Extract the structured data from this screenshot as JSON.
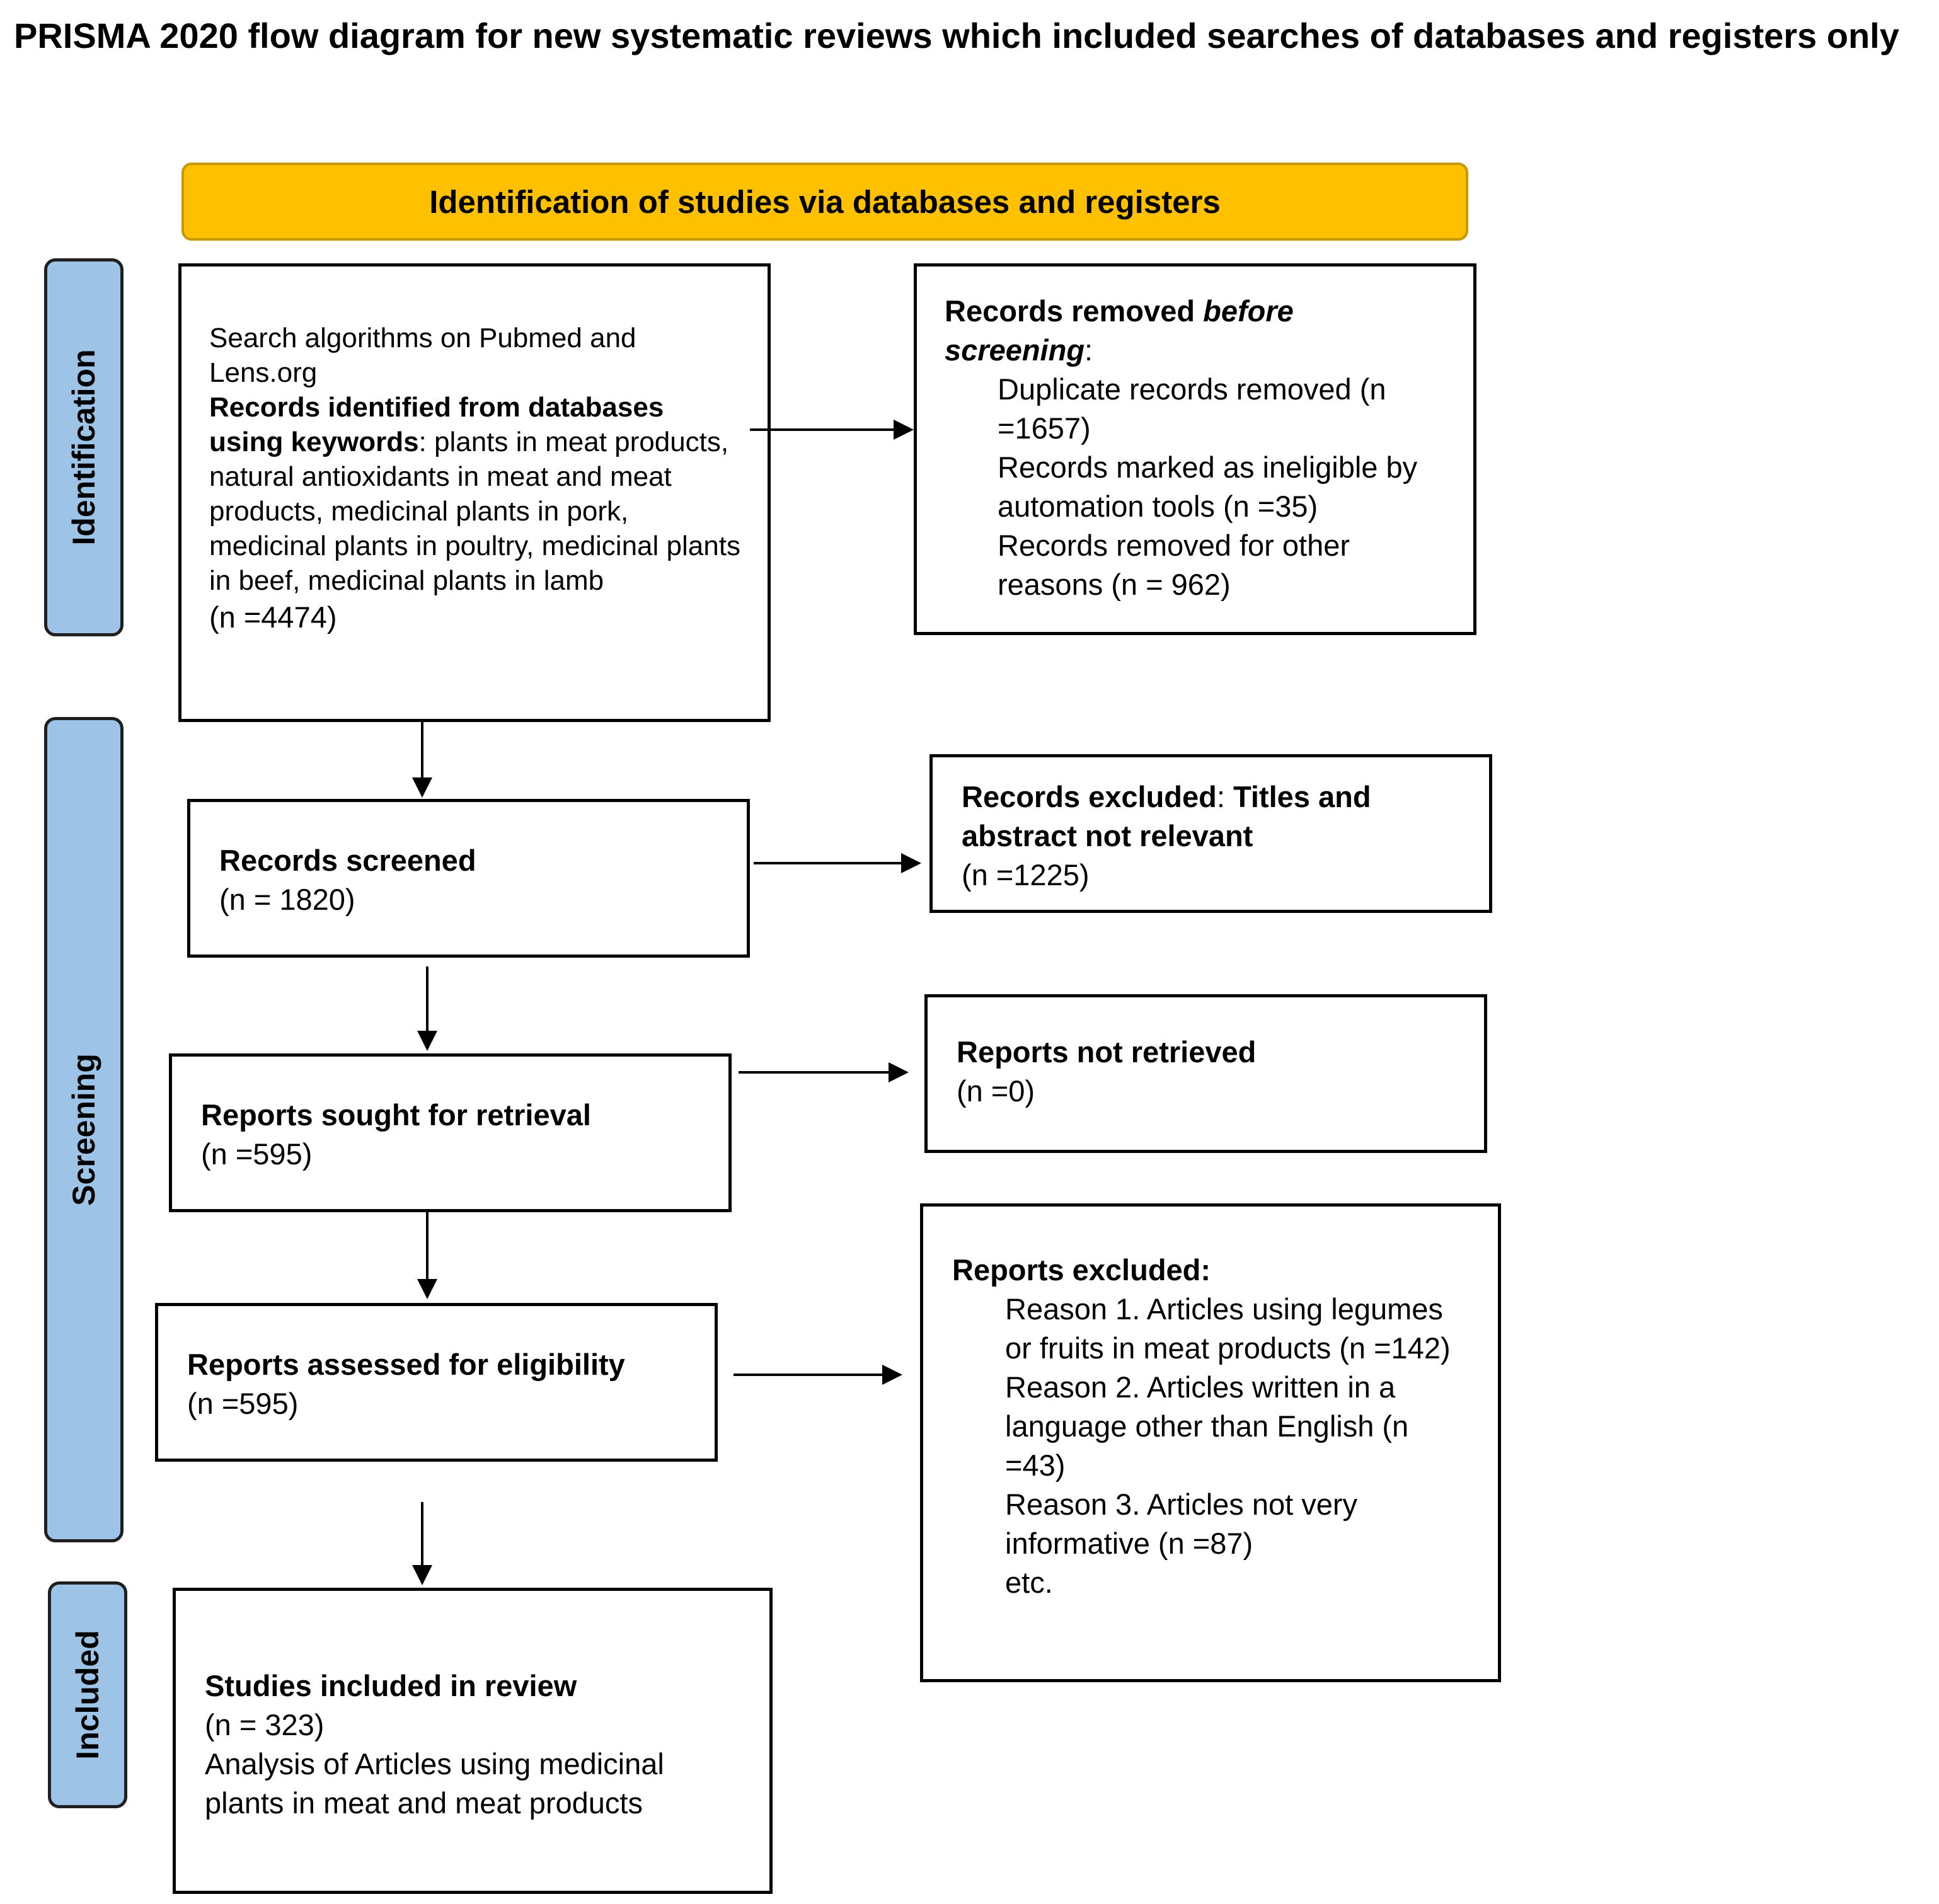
{
  "title": "PRISMA 2020 flow diagram for new systematic reviews which included searches of databases and registers only",
  "header": "Identification of studies via databases and registers",
  "phases": {
    "identification": "Identification",
    "screening": "Screening",
    "included": "Included"
  },
  "identified": {
    "intro": "Search algorithms on Pubmed and Lens.org",
    "bold_lead": "Records identified from databases using keywords",
    "keywords": ": plants in meat products, natural antioxidants in meat and meat products, medicinal plants in pork, medicinal plants in poultry, medicinal plants in beef, medicinal plants in lamb",
    "count": "(n =4474)"
  },
  "removed": {
    "heading_a": "Records removed ",
    "heading_b": "before screening",
    "heading_c": ":",
    "items": [
      "Duplicate records removed (n =1657)",
      "Records marked as ineligible by automation tools (n =35)",
      "Records removed for other reasons (n = 962)"
    ]
  },
  "screened": {
    "label": "Records screened",
    "count": "(n = 1820)"
  },
  "excluded_records": {
    "label_a": "Records excluded",
    "label_b": ": ",
    "label_c": "Titles and abstract not relevant",
    "count": "(n =1225)"
  },
  "sought": {
    "label": "Reports sought for retrieval",
    "count": "(n =595)"
  },
  "not_retrieved": {
    "label": "Reports not retrieved",
    "count": "(n =0)"
  },
  "assessed": {
    "label": "Reports assessed for eligibility",
    "count": "(n =595)"
  },
  "excluded_reports": {
    "label": "Reports excluded:",
    "items": [
      "Reason 1. Articles using legumes or fruits in meat products (n =142)",
      "Reason 2. Articles written in a language other than English (n =43)",
      "Reason 3. Articles not very informative (n =87)",
      "etc."
    ]
  },
  "included": {
    "label": "Studies included in review",
    "count": "(n = 323)",
    "note": "Analysis of Articles using medicinal plants in meat and meat products"
  }
}
